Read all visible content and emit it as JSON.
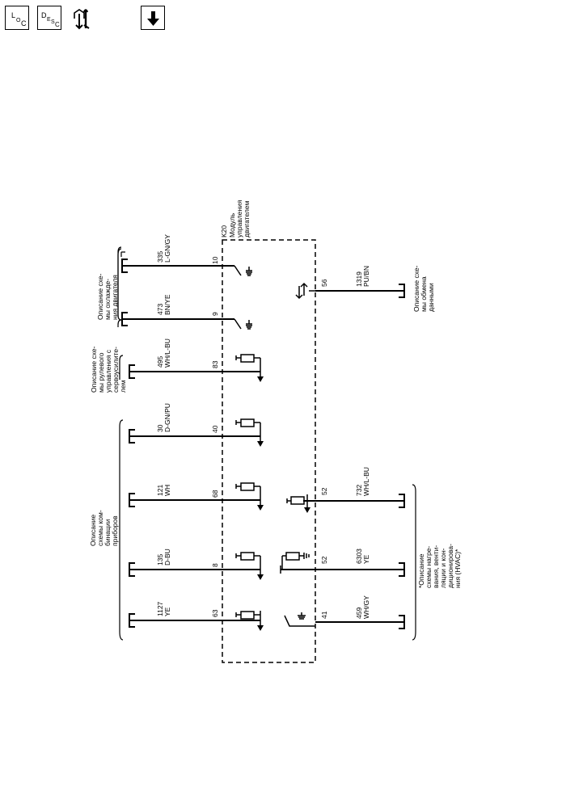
{
  "toolbar": {
    "loc_icon": "location-icon",
    "desc_icon": "description-icon",
    "repair_icon": "repair-connector-icon",
    "download_icon": "download-arrow-icon"
  },
  "module": {
    "id": "K20",
    "name_lines": [
      "Модуль",
      "управления",
      "двигателем"
    ]
  },
  "pins": {
    "p10": "10",
    "p9": "9",
    "p83": "83",
    "p40": "40",
    "p68": "68",
    "p8": "8",
    "p63": "63",
    "p56": "56",
    "p52a": "52",
    "p52b": "52",
    "p41": "41"
  },
  "wires": {
    "w335": {
      "circuit": "335",
      "color": "L-GN/GY"
    },
    "w473": {
      "circuit": "473",
      "color": "BN/YE"
    },
    "w495": {
      "circuit": "495",
      "color": "WH/L-BU"
    },
    "w30": {
      "circuit": "30",
      "color": "D-GN/PU"
    },
    "w121": {
      "circuit": "121",
      "color": "WH"
    },
    "w135": {
      "circuit": "135",
      "color": "D-BU"
    },
    "w1127": {
      "circuit": "1127",
      "color": "YE"
    },
    "w1319": {
      "circuit": "1319",
      "color": "PU/BN"
    },
    "w732": {
      "circuit": "732",
      "color": "WH/L-BU"
    },
    "w6303": {
      "circuit": "6303",
      "color": "YE"
    },
    "w459": {
      "circuit": "459",
      "color": "WH/GY"
    }
  },
  "labels": {
    "cooling": [
      "Описание схе-",
      "мы охлажде-",
      "ния двигателя"
    ],
    "steering": [
      "Описание схе-",
      "мы рулевого",
      "управления с",
      "сервоусилите-",
      "лем"
    ],
    "cluster": [
      "Описание",
      "схемы ком-",
      "бинации",
      "приборов"
    ],
    "data": [
      "Описание схе-",
      "мы обмена",
      "данными"
    ],
    "hvac": [
      "*Описание",
      "схемы нагре-",
      "вания, венти-",
      "ляции и кон-",
      "диционирова-",
      "ния (HVAC)*"
    ]
  }
}
